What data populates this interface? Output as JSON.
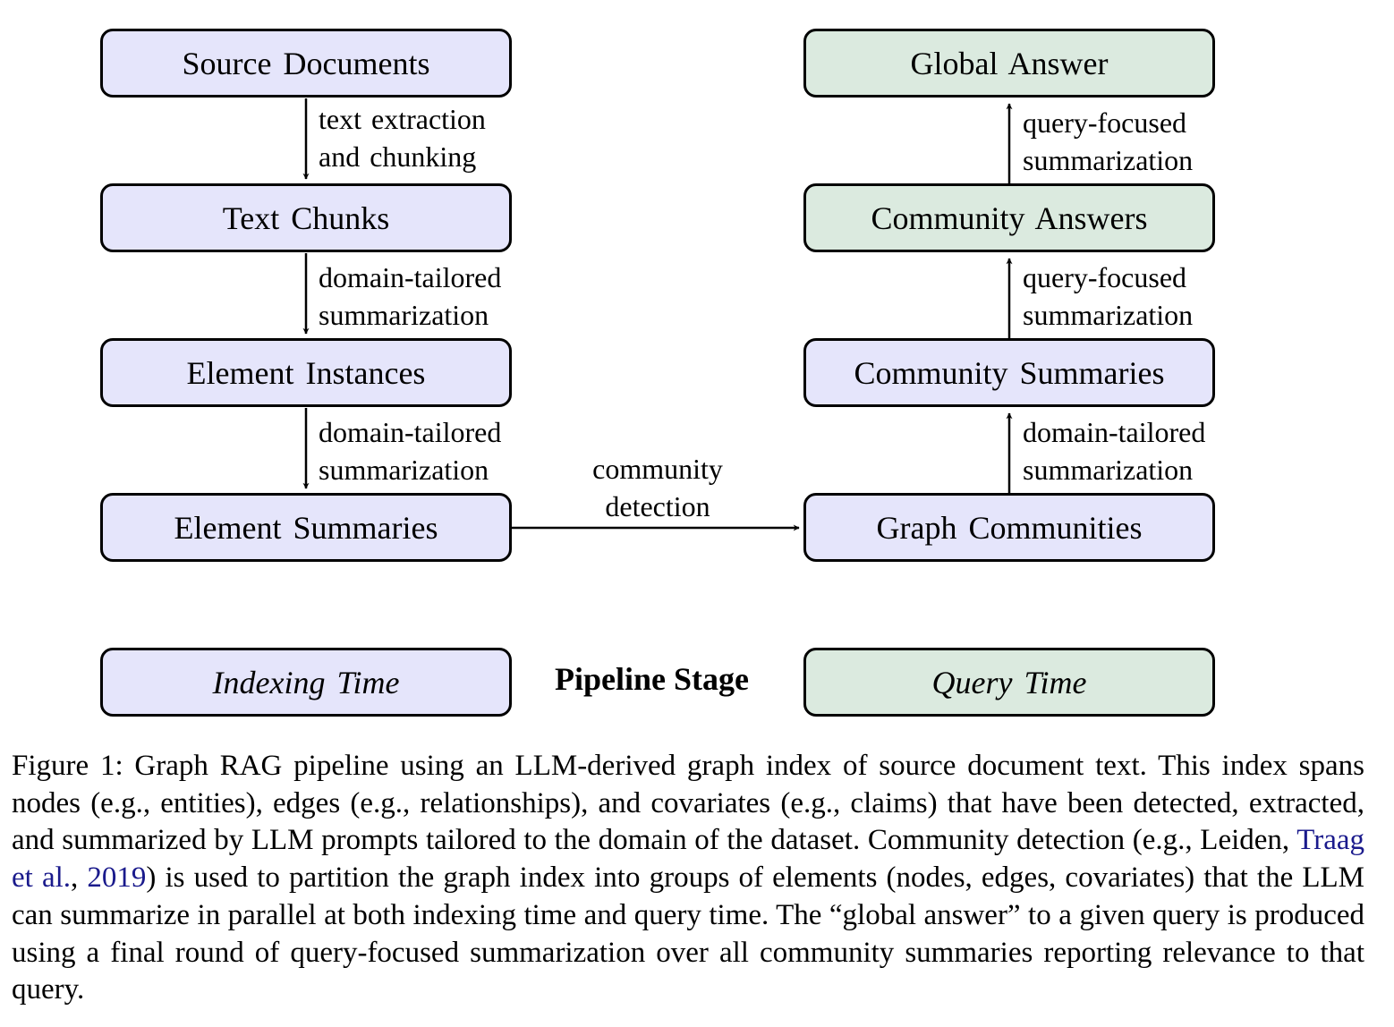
{
  "nodes": {
    "source_documents": "Source Documents",
    "text_chunks": "Text Chunks",
    "element_instances": "Element Instances",
    "element_summaries": "Element Summaries",
    "graph_communities": "Graph Communities",
    "community_summaries": "Community Summaries",
    "community_answers": "Community Answers",
    "global_answer": "Global Answer"
  },
  "edges": {
    "e1": [
      "text extraction",
      "and chunking"
    ],
    "e2": [
      "domain-tailored",
      "summarization"
    ],
    "e3": [
      "domain-tailored",
      "summarization"
    ],
    "e4": [
      "community",
      "detection"
    ],
    "e5": [
      "domain-tailored",
      "summarization"
    ],
    "e6": [
      "query-focused",
      "summarization"
    ],
    "e7": [
      "query-focused",
      "summarization"
    ]
  },
  "legend": {
    "indexing": "Indexing Time",
    "stage": "Pipeline Stage",
    "query": "Query Time"
  },
  "colors": {
    "indexing_fill": "#e5e5fb",
    "query_fill": "#dbeadf",
    "citation": "#1a1a8c"
  },
  "caption": {
    "part1": "Figure 1: Graph RAG pipeline using an LLM-derived graph index of source document text. This index spans nodes (e.g., entities), edges (e.g., relationships), and covariates (e.g., claims) that have been detected, extracted, and summarized by LLM prompts tailored to the domain of the dataset. Community detection (e.g., Leiden, ",
    "cite_author": "Traag et al.",
    "cite_sep": ", ",
    "cite_year": "2019",
    "part2": ") is used to partition the graph index into groups of elements (nodes, edges, covariates) that the LLM can summarize in parallel at both indexing time and query time. The “global answer” to a given query is produced using a final round of query-focused summarization over all community summaries reporting relevance to that query."
  }
}
